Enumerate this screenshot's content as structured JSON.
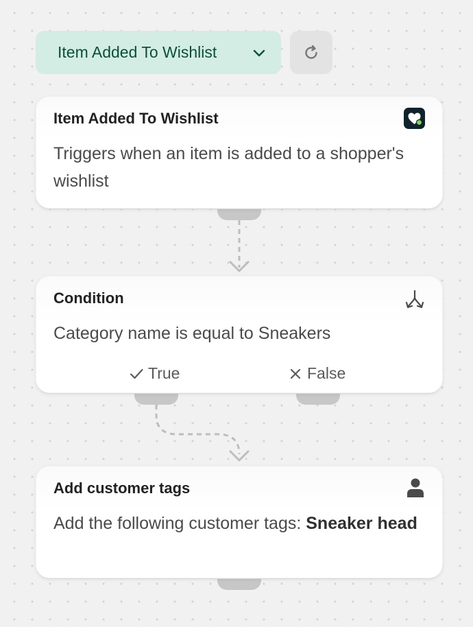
{
  "trigger_select": {
    "label": "Item Added To Wishlist"
  },
  "icons": {
    "chevron": "chevron-down-icon",
    "refresh": "refresh-icon",
    "wishlist": "heart-wishlist-icon",
    "condition": "split-arrows-icon",
    "customer": "person-icon",
    "check": "check-icon",
    "close": "close-icon"
  },
  "cards": {
    "trigger": {
      "title": "Item Added To Wishlist",
      "description": "Triggers when an item is added to a shopper's wishlist"
    },
    "condition": {
      "title": "Condition",
      "description": "Category name is equal to Sneakers",
      "true_label": "True",
      "false_label": "False"
    },
    "action": {
      "title": "Add customer tags",
      "description_prefix": "Add the following customer tags: ",
      "description_tag": "Sneaker head"
    }
  },
  "colors": {
    "pill_bg": "#d3ece4",
    "pill_text": "#0b4f3a",
    "canvas_bg": "#f1f1f1",
    "connector": "#bdbdbd"
  }
}
